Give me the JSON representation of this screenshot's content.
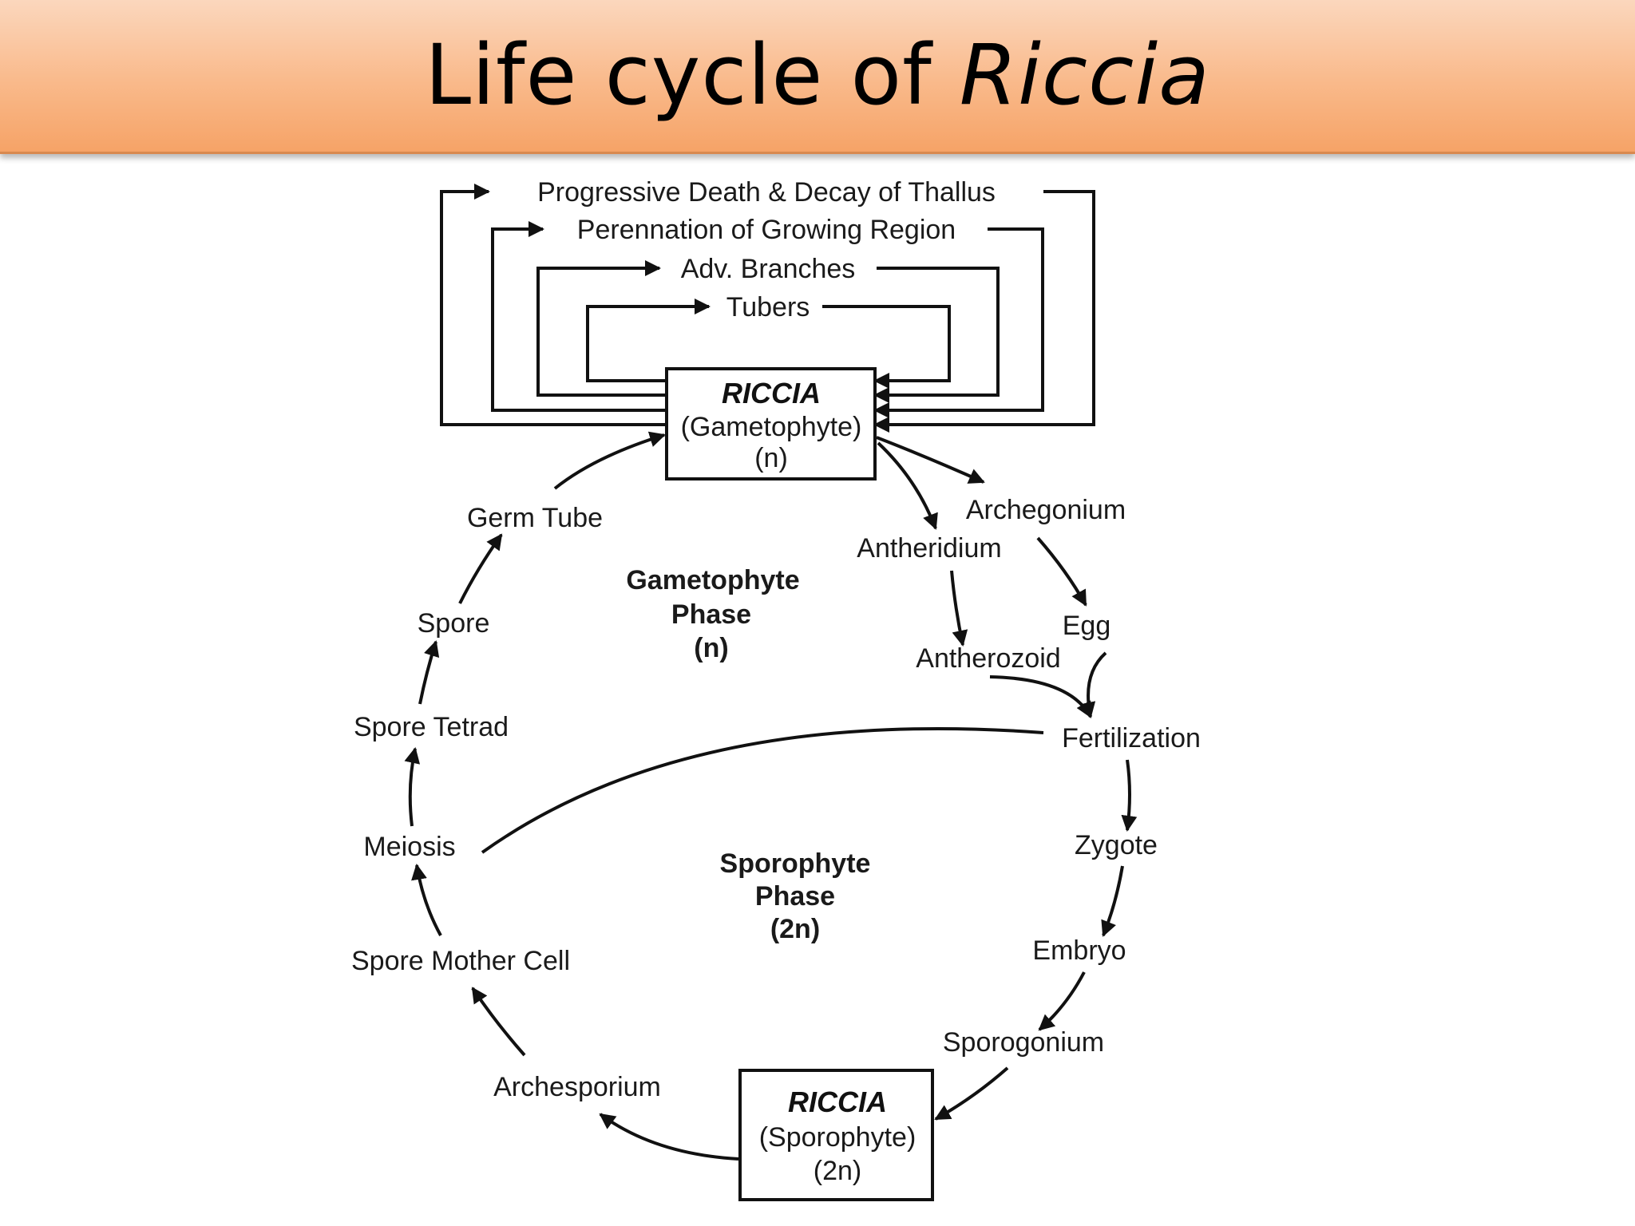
{
  "slide": {
    "title_main": "Life cycle of ",
    "title_italic": "Riccia"
  },
  "diagram": {
    "vegetative_routes": [
      "Progressive Death & Decay of Thallus",
      "Perennation of Growing Region",
      "Adv. Branches",
      "Tubers"
    ],
    "gametophyte_box": {
      "name": "RICCIA",
      "generation": "(Gametophyte)",
      "ploidy": "(n)"
    },
    "sporophyte_box": {
      "name": "RICCIA",
      "generation": "(Sporophyte)",
      "ploidy": "(2n)"
    },
    "gametophyte_phase": {
      "line1": "Gametophyte",
      "line2": "Phase",
      "line3": "(n)"
    },
    "sporophyte_phase": {
      "line1": "Sporophyte",
      "line2": "Phase",
      "line3": "(2n)"
    },
    "stages": {
      "archegonium": "Archegonium",
      "antheridium": "Antheridium",
      "egg": "Egg",
      "antherozoid": "Antherozoid",
      "fertilization": "Fertilization",
      "zygote": "Zygote",
      "embryo": "Embryo",
      "sporogonium": "Sporogonium",
      "archesporium": "Archesporium",
      "spore_mother_cell": "Spore Mother Cell",
      "meiosis": "Meiosis",
      "spore_tetrad": "Spore Tetrad",
      "spore": "Spore",
      "germ_tube": "Germ Tube"
    }
  }
}
